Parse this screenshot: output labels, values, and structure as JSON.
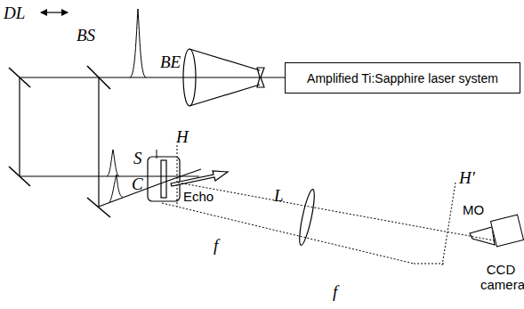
{
  "diagram": {
    "nodes": [
      {
        "text": [
          "Amplified Ti:Sapphire laser system"
        ]
      },
      {
        "text": [
          "CCD camera"
        ]
      }
    ],
    "labels": [
      "DL",
      "BS",
      "BE",
      "S",
      "H",
      "C",
      "Echo",
      "L",
      "H′",
      "MO",
      "f",
      "f"
    ]
  }
}
